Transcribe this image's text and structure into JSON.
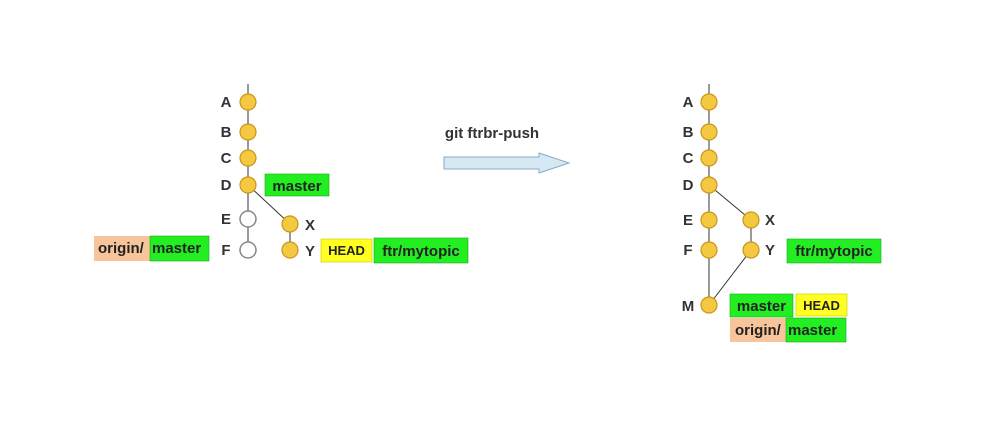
{
  "command": {
    "label": "git ftrbr-push"
  },
  "colors": {
    "commit_fill": "#f5c842",
    "commit_stroke": "#c8961a",
    "empty_stroke": "#888888",
    "branch_bg": "#22ee22",
    "head_bg": "#ffff22",
    "origin_bg": "#f8c49a",
    "arrow_fill": "#d6e8f4",
    "arrow_stroke": "#8aaac4",
    "line": "#333333"
  },
  "before": {
    "commits": [
      {
        "id": "A",
        "label": "A"
      },
      {
        "id": "B",
        "label": "B"
      },
      {
        "id": "C",
        "label": "C"
      },
      {
        "id": "D",
        "label": "D"
      },
      {
        "id": "E",
        "label": "E"
      },
      {
        "id": "F",
        "label": "F"
      },
      {
        "id": "X",
        "label": "X"
      },
      {
        "id": "Y",
        "label": "Y"
      }
    ],
    "refs": {
      "master": "master",
      "head": "HEAD",
      "topic": "ftr/mytopic",
      "origin_prefix": "origin/",
      "origin_branch": "master"
    }
  },
  "after": {
    "commits": [
      {
        "id": "A",
        "label": "A"
      },
      {
        "id": "B",
        "label": "B"
      },
      {
        "id": "C",
        "label": "C"
      },
      {
        "id": "D",
        "label": "D"
      },
      {
        "id": "E",
        "label": "E"
      },
      {
        "id": "F",
        "label": "F"
      },
      {
        "id": "X",
        "label": "X"
      },
      {
        "id": "Y",
        "label": "Y"
      },
      {
        "id": "M",
        "label": "M"
      }
    ],
    "refs": {
      "topic": "ftr/mytopic",
      "master": "master",
      "head": "HEAD",
      "origin_prefix": "origin/",
      "origin_branch": "master"
    }
  }
}
